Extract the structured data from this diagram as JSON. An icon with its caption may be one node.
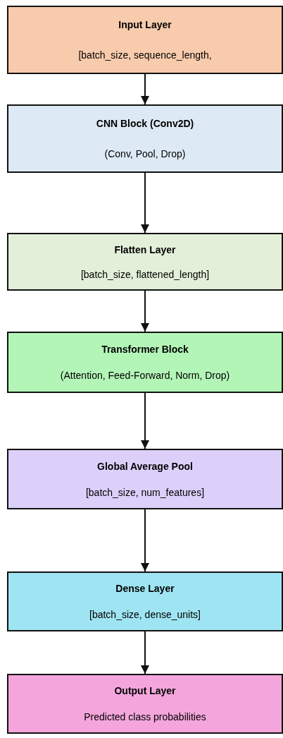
{
  "diagram": {
    "nodes": [
      {
        "text": [
          "Input Layer",
          "[batch_size, sequence_length,"
        ]
      },
      {
        "text": [
          "CNN Block (Conv2D)",
          "(Conv, Pool, Drop)"
        ]
      },
      {
        "text": [
          "Flatten Layer",
          "[batch_size, flattened_length]"
        ]
      },
      {
        "text": [
          "Transformer Block",
          "(Attention, Feed-Forward, Norm, Drop)"
        ]
      },
      {
        "text": [
          "Global Average Pool",
          "[batch_size, num_features]"
        ]
      },
      {
        "text": [
          "Dense Layer",
          "[batch_size, dense_units]"
        ]
      },
      {
        "text": [
          "Output Layer",
          "Predicted class probabilities"
        ]
      }
    ],
    "edges": [
      {
        "from": 0,
        "to": 1,
        "arrow": "to"
      },
      {
        "from": 1,
        "to": 2,
        "arrow": "to"
      },
      {
        "from": 2,
        "to": 3,
        "arrow": "to"
      },
      {
        "from": 3,
        "to": 4,
        "arrow": "to"
      },
      {
        "from": 4,
        "to": 5,
        "arrow": "to"
      },
      {
        "from": 5,
        "to": 6,
        "arrow": "to"
      }
    ]
  }
}
